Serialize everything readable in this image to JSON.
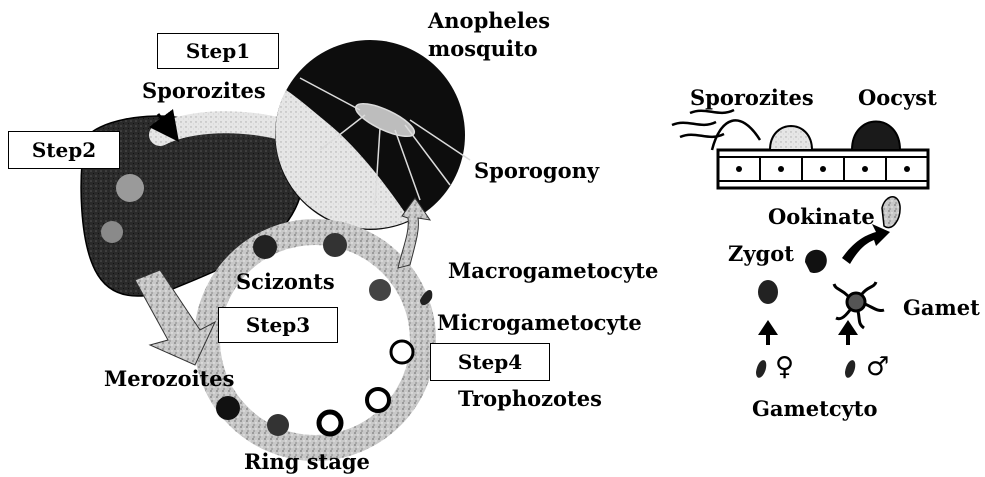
{
  "steps": {
    "step1": "Step1",
    "step2": "Step2",
    "step3": "Step3",
    "step4": "Step4"
  },
  "life_cycle": {
    "anopheles": "Anopheles",
    "mosquito": "mosquito",
    "sporozoites": "Sporozites",
    "sporogony": "Sporogony",
    "macrogametocyte": "Macrogametocyte",
    "microgametocyte": "Microgametocyte",
    "scizonts": "Scizonts",
    "merozoites": "Merozoites",
    "trophozoites": "Trophozotes",
    "ring_stage": "Ring stage"
  },
  "mosquito_inset": {
    "sporozoites": "Sporozites",
    "oocyst": "Oocyst",
    "ookinate": "Ookinate",
    "zygot": "Zygot",
    "gamet": "Gamet",
    "gametcyto": "Gametcyto",
    "female_symbol": "♀",
    "male_symbol": "♂"
  }
}
